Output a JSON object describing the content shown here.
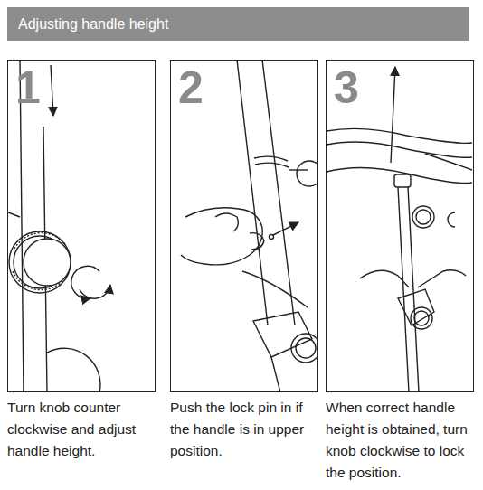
{
  "diagram": {
    "title": "Adjusting handle height",
    "nodes": [
      {
        "text": [
          "1",
          "Turn knob counter clockwise and adjust handle height."
        ]
      },
      {
        "text": [
          "2",
          "Push the lock pin in if the handle is in upper position."
        ]
      },
      {
        "text": [
          "3",
          "When correct handle height is obtained, turn knob clockwise to lock the position."
        ]
      }
    ]
  }
}
